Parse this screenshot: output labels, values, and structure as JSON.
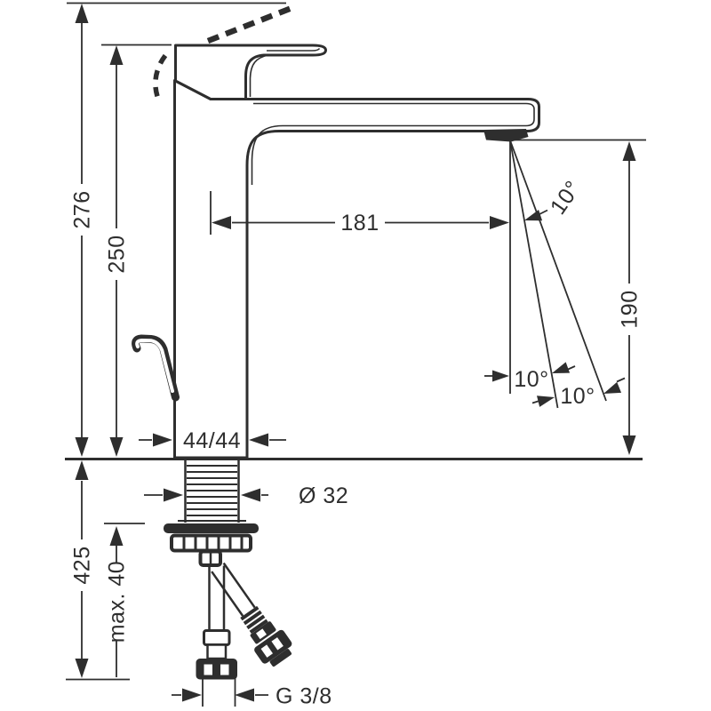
{
  "labels": {
    "total_height": "276",
    "spout_top_height": "250",
    "spout_reach": "181",
    "outlet_height": "190",
    "angle_top": "10°",
    "angle_mid": "10°",
    "angle_bottom": "10°",
    "base_footprint": "44/44",
    "shank_diameter": "Ø 32",
    "below_counter_length": "425",
    "max_mounting_thickness": "max. 40",
    "connection_thread": "G 3/8"
  },
  "colors": {
    "line": "#2e2e2e",
    "background": "#ffffff"
  }
}
